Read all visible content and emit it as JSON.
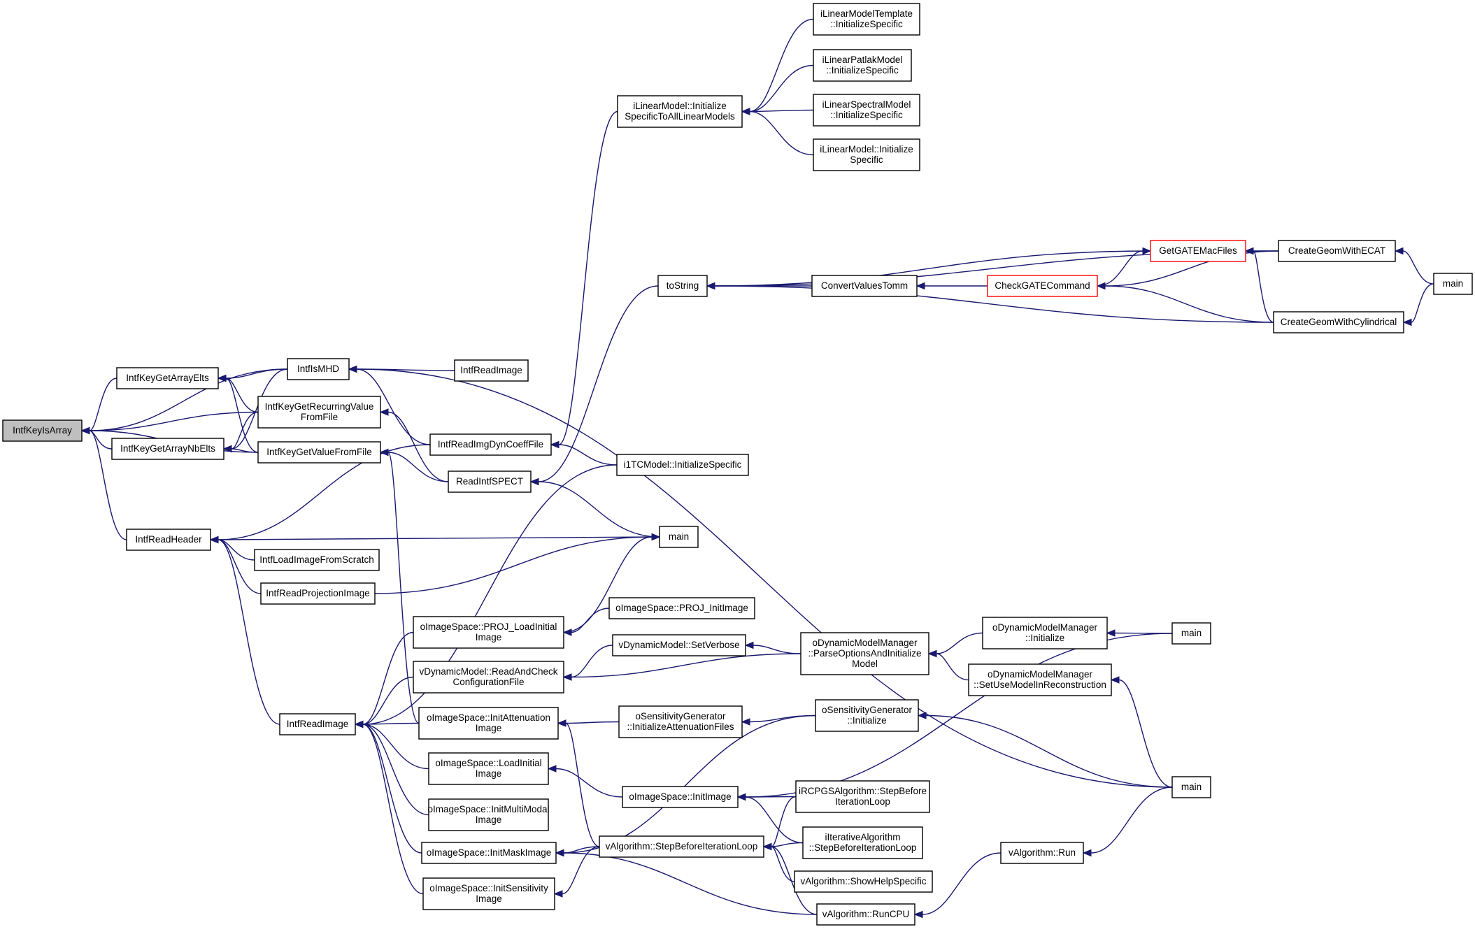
{
  "diagram": {
    "type": "call-graph",
    "root": "IntfKeyIsArray",
    "colors": {
      "edge": "#191970",
      "node_border": "#000000",
      "root_fill": "#bfbfbf",
      "truncated_border": "#ff0000"
    },
    "nodes": [
      {
        "id": "n1",
        "lines": [
          "IntfKeyIsArray"
        ],
        "style": "root"
      },
      {
        "id": "n2",
        "lines": [
          "IntfKeyGetArrayElts"
        ]
      },
      {
        "id": "n3",
        "lines": [
          "IntfKeyGetArrayNbElts"
        ]
      },
      {
        "id": "n4",
        "lines": [
          "IntfReadHeader"
        ]
      },
      {
        "id": "n5",
        "lines": [
          "IntfIsMHD"
        ]
      },
      {
        "id": "n6",
        "lines": [
          "IntfKeyGetRecurringValue",
          "FromFile"
        ]
      },
      {
        "id": "n7",
        "lines": [
          "IntfKeyGetValueFromFile"
        ]
      },
      {
        "id": "n8",
        "lines": [
          "IntfReadImage"
        ]
      },
      {
        "id": "n9",
        "lines": [
          "IntfReadImgDynCoeffFile"
        ]
      },
      {
        "id": "n10",
        "lines": [
          "ReadIntfSPECT"
        ]
      },
      {
        "id": "n11",
        "lines": [
          "IntfReadImage"
        ]
      },
      {
        "id": "n12",
        "lines": [
          "IntfLoadImageFromScratch"
        ]
      },
      {
        "id": "n13",
        "lines": [
          "IntfReadProjectionImage"
        ]
      },
      {
        "id": "n14",
        "lines": [
          "iLinearModel::Initialize",
          "SpecificToAllLinearModels"
        ]
      },
      {
        "id": "n15",
        "lines": [
          "iLinearModelTemplate",
          "::InitializeSpecific"
        ]
      },
      {
        "id": "n16",
        "lines": [
          "iLinearPatlakModel",
          "::InitializeSpecific"
        ]
      },
      {
        "id": "n17",
        "lines": [
          "iLinearSpectralModel",
          "::InitializeSpecific"
        ]
      },
      {
        "id": "n18",
        "lines": [
          "iLinearModel::Initialize",
          "Specific"
        ]
      },
      {
        "id": "n19",
        "lines": [
          "toString"
        ]
      },
      {
        "id": "n20",
        "lines": [
          "GetGATEMacFiles"
        ],
        "style": "truncated"
      },
      {
        "id": "n21",
        "lines": [
          "CreateGeomWithECAT"
        ]
      },
      {
        "id": "n22",
        "lines": [
          "main"
        ]
      },
      {
        "id": "n23",
        "lines": [
          "ConvertValuesTomm"
        ]
      },
      {
        "id": "n24",
        "lines": [
          "CheckGATECommand"
        ],
        "style": "truncated"
      },
      {
        "id": "n25",
        "lines": [
          "CreateGeomWithCylindrical"
        ]
      },
      {
        "id": "n26",
        "lines": [
          "i1TCModel::InitializeSpecific"
        ]
      },
      {
        "id": "n27",
        "lines": [
          "main"
        ]
      },
      {
        "id": "n28",
        "lines": [
          "oImageSpace::PROJ_InitImage"
        ]
      },
      {
        "id": "n29",
        "lines": [
          "oImageSpace::PROJ_LoadInitial",
          "Image"
        ]
      },
      {
        "id": "n30",
        "lines": [
          "vDynamicModel::SetVerbose"
        ]
      },
      {
        "id": "n31",
        "lines": [
          "vDynamicModel::ReadAndCheck",
          "ConfigurationFile"
        ]
      },
      {
        "id": "n32",
        "lines": [
          "oDynamicModelManager",
          "::ParseOptionsAndInitialize",
          "Model"
        ]
      },
      {
        "id": "n33",
        "lines": [
          "oDynamicModelManager",
          "::Initialize"
        ]
      },
      {
        "id": "n34",
        "lines": [
          "main"
        ]
      },
      {
        "id": "n35",
        "lines": [
          "oDynamicModelManager",
          "::SetUseModelInReconstruction"
        ]
      },
      {
        "id": "n36",
        "lines": [
          "oImageSpace::InitAttenuation",
          "Image"
        ]
      },
      {
        "id": "n37",
        "lines": [
          "oSensitivityGenerator",
          "::InitializeAttenuationFiles"
        ]
      },
      {
        "id": "n38",
        "lines": [
          "oSensitivityGenerator",
          "::Initialize"
        ]
      },
      {
        "id": "n39",
        "lines": [
          "oImageSpace::LoadInitial",
          "Image"
        ]
      },
      {
        "id": "n40",
        "lines": [
          "oImageSpace::InitImage"
        ]
      },
      {
        "id": "n41",
        "lines": [
          "iRCPGSAlgorithm::StepBefore",
          "IterationLoop"
        ]
      },
      {
        "id": "n42",
        "lines": [
          "main"
        ]
      },
      {
        "id": "n43",
        "lines": [
          "oImageSpace::InitMultiModal",
          "Image"
        ]
      },
      {
        "id": "n44",
        "lines": [
          "iIterativeAlgorithm",
          "::StepBeforeIterationLoop"
        ]
      },
      {
        "id": "n45",
        "lines": [
          "oImageSpace::InitMaskImage"
        ]
      },
      {
        "id": "n46",
        "lines": [
          "vAlgorithm::StepBeforeIterationLoop"
        ]
      },
      {
        "id": "n47",
        "lines": [
          "vAlgorithm::Run"
        ]
      },
      {
        "id": "n48",
        "lines": [
          "vAlgorithm::ShowHelpSpecific"
        ]
      },
      {
        "id": "n49",
        "lines": [
          "oImageSpace::InitSensitivity",
          "Image"
        ]
      },
      {
        "id": "n50",
        "lines": [
          "vAlgorithm::RunCPU"
        ]
      }
    ]
  }
}
